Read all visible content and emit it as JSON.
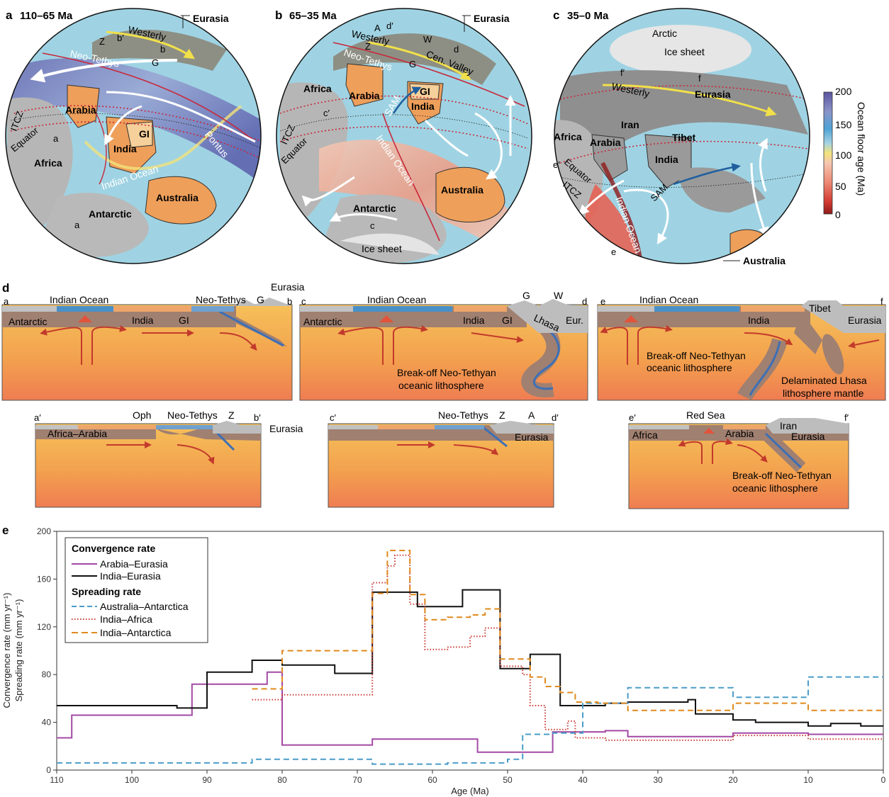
{
  "panels": {
    "a": {
      "letter": "a",
      "age": "110–65 Ma"
    },
    "b": {
      "letter": "b",
      "age": "65–35 Ma"
    },
    "c": {
      "letter": "c",
      "age": "35–0 Ma"
    },
    "d": {
      "letter": "d"
    },
    "e": {
      "letter": "e"
    }
  },
  "globe_a": {
    "eurasia": "Eurasia",
    "westerly": "Westerly",
    "neo_tethys": "Neo-Tethys",
    "arabia": "Arabia",
    "gi": "GI",
    "india": "India",
    "pontus": "Pontus",
    "indian_ocean": "Indian Ocean",
    "itcz": "ITCZ",
    "equator": "Equator",
    "africa": "Africa",
    "australia": "Australia",
    "antarctic": "Antarctic",
    "z": "Z",
    "b_prime": "b′",
    "b": "b",
    "g": "G",
    "a": "a",
    "a2": "a"
  },
  "globe_b": {
    "eurasia": "Eurasia",
    "westerly": "Westerly",
    "neo_tethys": "Neo-Tethys",
    "w": "W",
    "cen_valley": "Cen. Valley",
    "d": "d",
    "a_lbl": "A",
    "d_prime": "d′",
    "z": "Z",
    "africa": "Africa",
    "arabia": "Arabia",
    "gi": "GI",
    "india": "India",
    "sam": "SAM",
    "c_prime": "c′",
    "itcz": "ITCZ",
    "equator": "Equator",
    "indian_ocean": "Indian Ocean",
    "australia": "Australia",
    "antarctic": "Antarctic",
    "c": "c",
    "ice_sheet": "Ice sheet",
    "g": "G"
  },
  "globe_c": {
    "arctic": "Arctic",
    "ice_sheet": "Ice sheet",
    "f_prime": "f′",
    "f": "f",
    "westerly": "Westerly",
    "eurasia": "Eurasia",
    "iran": "Iran",
    "africa": "Africa",
    "arabia": "Arabia",
    "tibet": "Tibet",
    "india": "India",
    "e_prime": "e′",
    "equator": "Equator",
    "itcz": "ITCZ",
    "sam": "SAM",
    "indian_ocean": "Indian Ocean",
    "e": "e",
    "australia": "Australia"
  },
  "colorbar": {
    "title": "Ocean floor age (Ma)",
    "ticks": [
      "200",
      "150",
      "100",
      "50",
      "0"
    ]
  },
  "sections": {
    "ab": {
      "a": "a",
      "b": "b",
      "indian_ocean": "Indian Ocean",
      "neo_tethys": "Neo-Tethys",
      "g": "G",
      "eurasia": "Eurasia",
      "antarctic": "Antarctic",
      "india": "India",
      "gi": "GI"
    },
    "cd": {
      "c": "c",
      "d": "d",
      "indian_ocean": "Indian Ocean",
      "g": "G",
      "w": "W",
      "antarctic": "Antarctic",
      "india": "India",
      "gi": "GI",
      "lhasa": "Lhasa",
      "eur": "Eur.",
      "breakoff1": "Break-off Neo-Tethyan",
      "breakoff2": "oceanic lithosphere"
    },
    "ef": {
      "e": "e",
      "f": "f",
      "indian_ocean": "Indian Ocean",
      "tibet": "Tibet",
      "india": "India",
      "eurasia": "Eurasia",
      "breakoff1": "Break-off Neo-Tethyan",
      "breakoff2": "oceanic lithosphere",
      "delam1": "Delaminated Lhasa",
      "delam2": "lithosphere mantle"
    },
    "ab2": {
      "a_prime": "a′",
      "b_prime": "b′",
      "oph": "Oph",
      "neo_tethys": "Neo-Tethys",
      "z": "Z",
      "eurasia": "Eurasia",
      "africa_arabia": "Africa–Arabia"
    },
    "cd2": {
      "c_prime": "c′",
      "d_prime": "d′",
      "neo_tethys": "Neo-Tethys",
      "z": "Z",
      "a_lbl": "A",
      "eurasia": "Eurasia"
    },
    "ef2": {
      "e_prime": "e′",
      "f_prime": "f′",
      "red_sea": "Red Sea",
      "africa": "Africa",
      "arabia": "Arabia",
      "iran": "Iran",
      "eurasia": "Eurasia",
      "breakoff1": "Break-off Neo-Tethyan",
      "breakoff2": "oceanic lithosphere"
    }
  },
  "colors": {
    "arabia_eurasia": "#a349a4",
    "india_eurasia": "#111111",
    "australia_antarctica": "#4a9cc7",
    "india_africa": "#c83a32",
    "india_antarctica": "#e08a1e"
  },
  "chart_data": {
    "type": "line",
    "xlabel": "Age (Ma)",
    "ylabel_1": "Convergence rate (mm yr⁻¹)",
    "ylabel_2": "Spreading rate (mm yr⁻¹)",
    "xlim": [
      110,
      0
    ],
    "ylim": [
      0,
      200
    ],
    "xticks": [
      110,
      100,
      90,
      80,
      70,
      60,
      50,
      40,
      30,
      20,
      10,
      0
    ],
    "yticks": [
      0,
      40,
      80,
      120,
      160,
      200
    ],
    "legend_header_1": "Convergence rate",
    "legend_header_2": "Spreading rate",
    "series": [
      {
        "name": "Arabia–Eurasia",
        "group": "convergence",
        "style": "solid",
        "color": "#a349a4",
        "points": [
          [
            110,
            27
          ],
          [
            108,
            27
          ],
          [
            108,
            46
          ],
          [
            92,
            46
          ],
          [
            92,
            72
          ],
          [
            82,
            72
          ],
          [
            82,
            82
          ],
          [
            80,
            82
          ],
          [
            80,
            21
          ],
          [
            68,
            21
          ],
          [
            68,
            26
          ],
          [
            54,
            26
          ],
          [
            54,
            15
          ],
          [
            44,
            15
          ],
          [
            44,
            32
          ],
          [
            37,
            32
          ],
          [
            37,
            33
          ],
          [
            34,
            33
          ],
          [
            34,
            28
          ],
          [
            20,
            28
          ],
          [
            20,
            31
          ],
          [
            10,
            31
          ],
          [
            10,
            30
          ],
          [
            0,
            30
          ]
        ]
      },
      {
        "name": "India–Eurasia",
        "group": "convergence",
        "style": "solid",
        "color": "#111111",
        "points": [
          [
            110,
            54
          ],
          [
            94,
            54
          ],
          [
            94,
            52
          ],
          [
            90,
            52
          ],
          [
            90,
            82
          ],
          [
            84,
            82
          ],
          [
            84,
            92
          ],
          [
            80,
            92
          ],
          [
            80,
            88
          ],
          [
            73,
            88
          ],
          [
            73,
            81
          ],
          [
            68,
            81
          ],
          [
            68,
            149
          ],
          [
            62,
            149
          ],
          [
            62,
            137
          ],
          [
            56,
            137
          ],
          [
            56,
            151
          ],
          [
            51,
            151
          ],
          [
            51,
            85
          ],
          [
            47,
            85
          ],
          [
            47,
            97
          ],
          [
            43,
            97
          ],
          [
            43,
            54
          ],
          [
            37,
            54
          ],
          [
            37,
            56
          ],
          [
            34,
            56
          ],
          [
            34,
            57
          ],
          [
            26,
            57
          ],
          [
            26,
            59
          ],
          [
            25,
            59
          ],
          [
            25,
            47
          ],
          [
            20,
            47
          ],
          [
            20,
            42
          ],
          [
            17,
            42
          ],
          [
            17,
            40
          ],
          [
            10,
            40
          ],
          [
            10,
            37
          ],
          [
            7,
            37
          ],
          [
            7,
            39
          ],
          [
            3,
            39
          ],
          [
            3,
            37
          ],
          [
            0,
            37
          ]
        ]
      },
      {
        "name": "Australia–Antarctica",
        "group": "spreading",
        "style": "dashed",
        "color": "#4a9cc7",
        "points": [
          [
            110,
            6
          ],
          [
            84,
            6
          ],
          [
            84,
            9
          ],
          [
            68,
            9
          ],
          [
            68,
            5
          ],
          [
            58,
            5
          ],
          [
            58,
            6
          ],
          [
            50,
            6
          ],
          [
            50,
            9
          ],
          [
            48,
            9
          ],
          [
            48,
            30
          ],
          [
            44,
            30
          ],
          [
            44,
            31
          ],
          [
            40,
            31
          ],
          [
            40,
            56
          ],
          [
            34,
            56
          ],
          [
            34,
            69
          ],
          [
            20,
            69
          ],
          [
            20,
            61
          ],
          [
            10,
            61
          ],
          [
            10,
            78
          ],
          [
            0,
            78
          ]
        ]
      },
      {
        "name": "India–Africa",
        "group": "spreading",
        "style": "dotted",
        "color": "#c83a32",
        "points": [
          [
            84,
            59
          ],
          [
            80,
            59
          ],
          [
            80,
            63
          ],
          [
            68,
            63
          ],
          [
            68,
            157
          ],
          [
            66,
            157
          ],
          [
            66,
            171
          ],
          [
            65,
            171
          ],
          [
            65,
            180
          ],
          [
            63,
            180
          ],
          [
            63,
            139
          ],
          [
            61,
            139
          ],
          [
            61,
            101
          ],
          [
            58,
            101
          ],
          [
            58,
            103
          ],
          [
            55,
            103
          ],
          [
            55,
            112
          ],
          [
            53,
            112
          ],
          [
            53,
            119
          ],
          [
            51,
            119
          ],
          [
            51,
            87
          ],
          [
            48,
            87
          ],
          [
            48,
            80
          ],
          [
            47,
            80
          ],
          [
            47,
            54
          ],
          [
            45,
            54
          ],
          [
            45,
            34
          ],
          [
            42,
            34
          ],
          [
            42,
            41
          ],
          [
            41,
            41
          ],
          [
            41,
            27
          ],
          [
            37,
            27
          ],
          [
            37,
            25
          ],
          [
            20,
            25
          ],
          [
            20,
            29
          ],
          [
            10,
            29
          ],
          [
            10,
            26
          ],
          [
            0,
            26
          ]
        ]
      },
      {
        "name": "India–Antarctica",
        "group": "spreading",
        "style": "dashed",
        "color": "#e08a1e",
        "points": [
          [
            84,
            68
          ],
          [
            80,
            68
          ],
          [
            80,
            100
          ],
          [
            68,
            100
          ],
          [
            68,
            148
          ],
          [
            66,
            148
          ],
          [
            66,
            184
          ],
          [
            63,
            184
          ],
          [
            63,
            147
          ],
          [
            61,
            147
          ],
          [
            61,
            126
          ],
          [
            58,
            126
          ],
          [
            58,
            128
          ],
          [
            55,
            128
          ],
          [
            55,
            130
          ],
          [
            53,
            130
          ],
          [
            53,
            135
          ],
          [
            51,
            135
          ],
          [
            51,
            93
          ],
          [
            47,
            93
          ],
          [
            47,
            78
          ],
          [
            45,
            78
          ],
          [
            45,
            70
          ],
          [
            43,
            70
          ],
          [
            43,
            65
          ],
          [
            41,
            65
          ],
          [
            41,
            57
          ],
          [
            38,
            57
          ],
          [
            38,
            56
          ],
          [
            34,
            56
          ],
          [
            34,
            50
          ],
          [
            20,
            50
          ],
          [
            20,
            56
          ],
          [
            10,
            56
          ],
          [
            10,
            50
          ],
          [
            0,
            50
          ]
        ]
      }
    ]
  }
}
